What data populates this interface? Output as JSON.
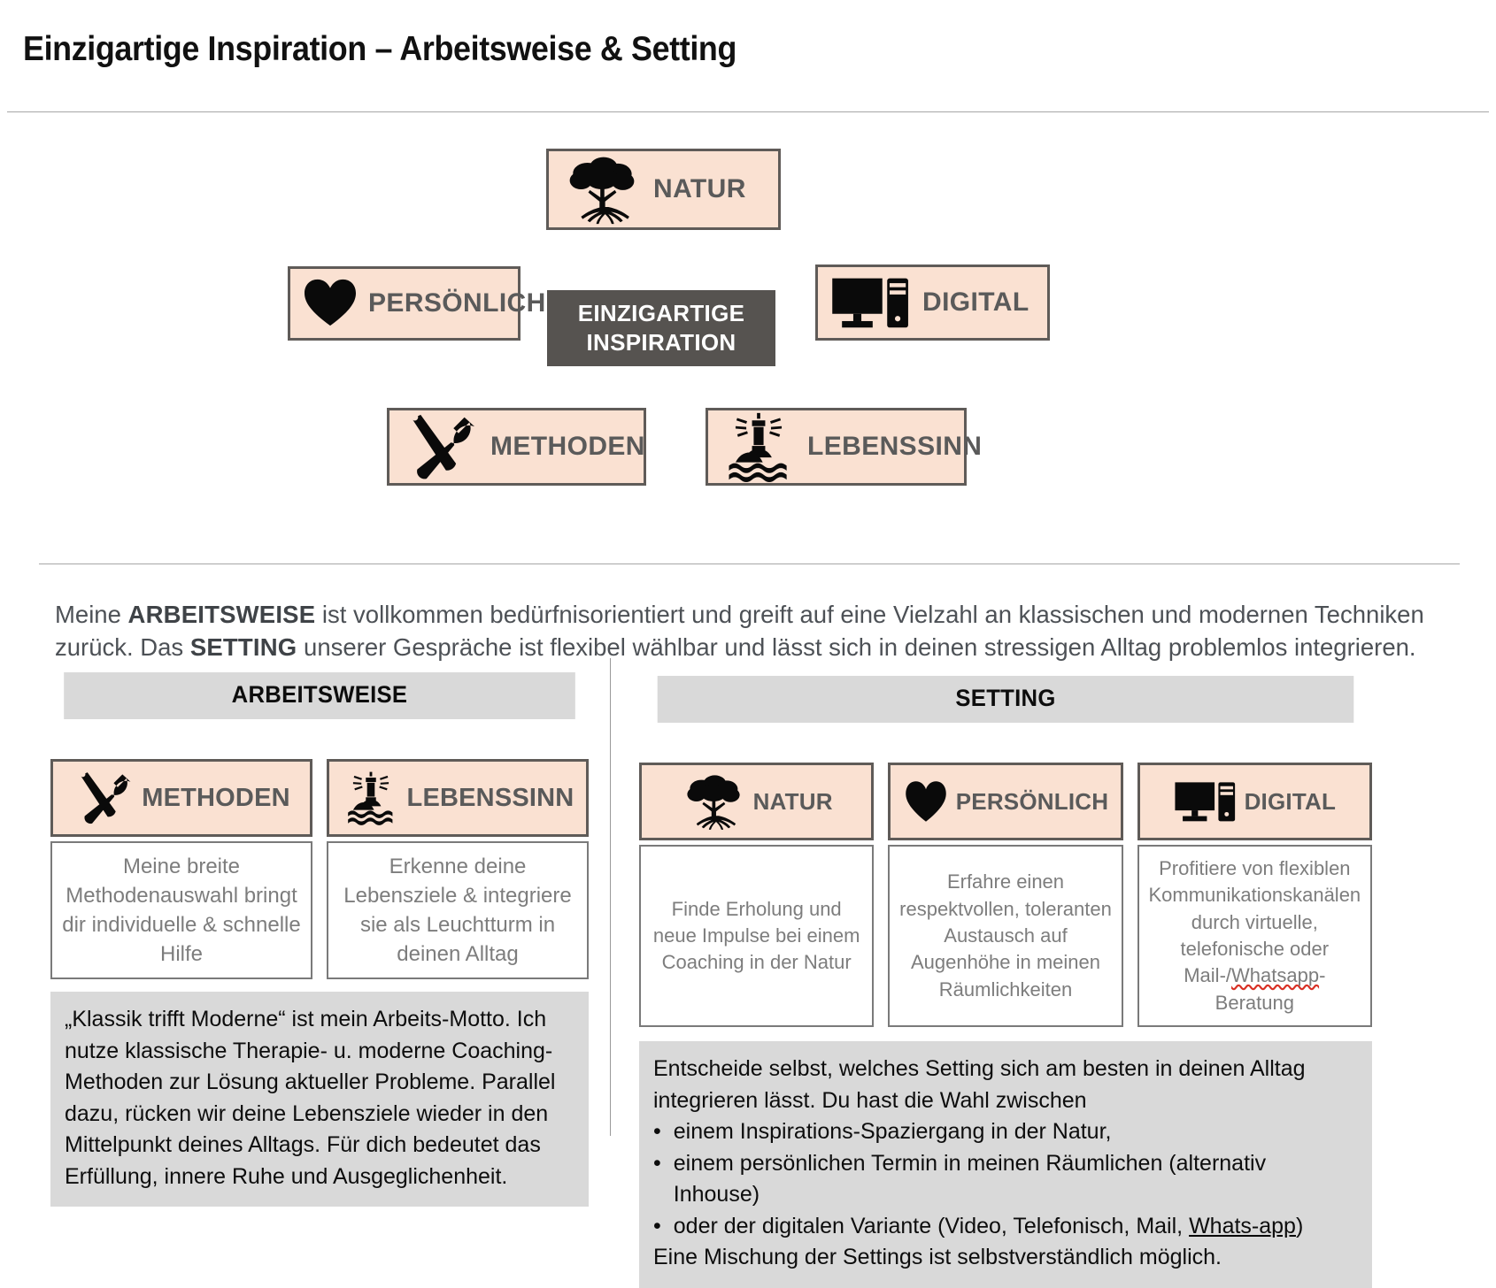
{
  "page": {
    "title": "Einzigartige Inspiration – Arbeitsweise & Setting"
  },
  "colors": {
    "accent_fill": "#fae1d2",
    "accent_border": "#5f5b58",
    "center_fill": "#565350",
    "header_band": "#d9d9d9",
    "label_text": "#5a5a5a",
    "body_text": "#7d7d7d",
    "spellcheck_underline": "#d93025"
  },
  "hub": {
    "center": {
      "line1": "EINZIGARTIGE",
      "line2": "INSPIRATION"
    },
    "nodes": [
      {
        "id": "natur",
        "label": "NATUR",
        "icon": "tree-icon"
      },
      {
        "id": "persoenlich",
        "label": "PERSÖNLICH",
        "icon": "heart-icon"
      },
      {
        "id": "digital",
        "label": "DIGITAL",
        "icon": "computer-icon"
      },
      {
        "id": "methoden",
        "label": "METHODEN",
        "icon": "tools-icon"
      },
      {
        "id": "lebenssinn",
        "label": "LEBENSSINN",
        "icon": "lighthouse-icon"
      }
    ]
  },
  "intro": {
    "part1": "Meine ",
    "bold1": "ARBEITSWEISE",
    "part2": " ist vollkommen bedürfnisorientiert und greift auf eine Vielzahl an klassischen und modernen Techniken zurück. Das ",
    "bold2": "SETTING",
    "part3": " unserer Gespräche ist flexibel wählbar und lässt sich in deinen stressigen Alltag problemlos integrieren."
  },
  "arbeitsweise": {
    "heading": "ARBEITSWEISE",
    "cards": [
      {
        "label": "METHODEN",
        "icon": "tools-icon",
        "body": "Meine breite Methodenauswahl bringt dir individuelle & schnelle Hilfe"
      },
      {
        "label": "LEBENSSINN",
        "icon": "lighthouse-icon",
        "body": "Erkenne deine Lebensziele & integriere sie als Leuchtturm in deinen Alltag"
      }
    ],
    "note": "„Klassik trifft Moderne“ ist mein Arbeits-Motto. Ich nutze klassische Therapie- u. moderne Coaching-Methoden zur Lösung aktueller Probleme. Parallel dazu, rücken wir deine Lebensziele wieder in den Mittelpunkt deines Alltags. Für dich bedeutet das Erfüllung, innere Ruhe und Ausgeglichenheit."
  },
  "setting": {
    "heading": "SETTING",
    "cards": [
      {
        "label": "NATUR",
        "icon": "tree-icon",
        "body": "Finde Erholung und neue Impulse bei einem Coaching in der Natur"
      },
      {
        "label": "PERSÖNLICH",
        "icon": "heart-icon",
        "body": "Erfahre einen respektvollen, toleranten Austausch auf Augenhöhe in meinen Räumlichkeiten"
      },
      {
        "label": "DIGITAL",
        "icon": "computer-icon",
        "body_pre": "Profitiere von flexiblen Kommunikationskanälen durch virtuelle, telefonische oder Mail-/",
        "body_misspelled": "Whatsapp",
        "body_post": "-Beratung"
      }
    ],
    "note": {
      "intro_line1": "Entscheide selbst, welches Setting sich am besten in deinen Alltag",
      "intro_line2": "integrieren lässt. Du hast die Wahl zwischen",
      "bullet_char": "•",
      "bullets": [
        {
          "text": "einem Inspirations-Spaziergang in der Natur,"
        },
        {
          "text": "einem persönlichen Termin in meinen Räumlichen (alternativ Inhouse)"
        },
        {
          "pre": "oder der digitalen Variante (Video, Telefonisch, Mail, ",
          "underlined": "Whats-app",
          "post": ")"
        }
      ],
      "closing": "Eine Mischung der Settings ist selbstverständlich möglich."
    }
  }
}
